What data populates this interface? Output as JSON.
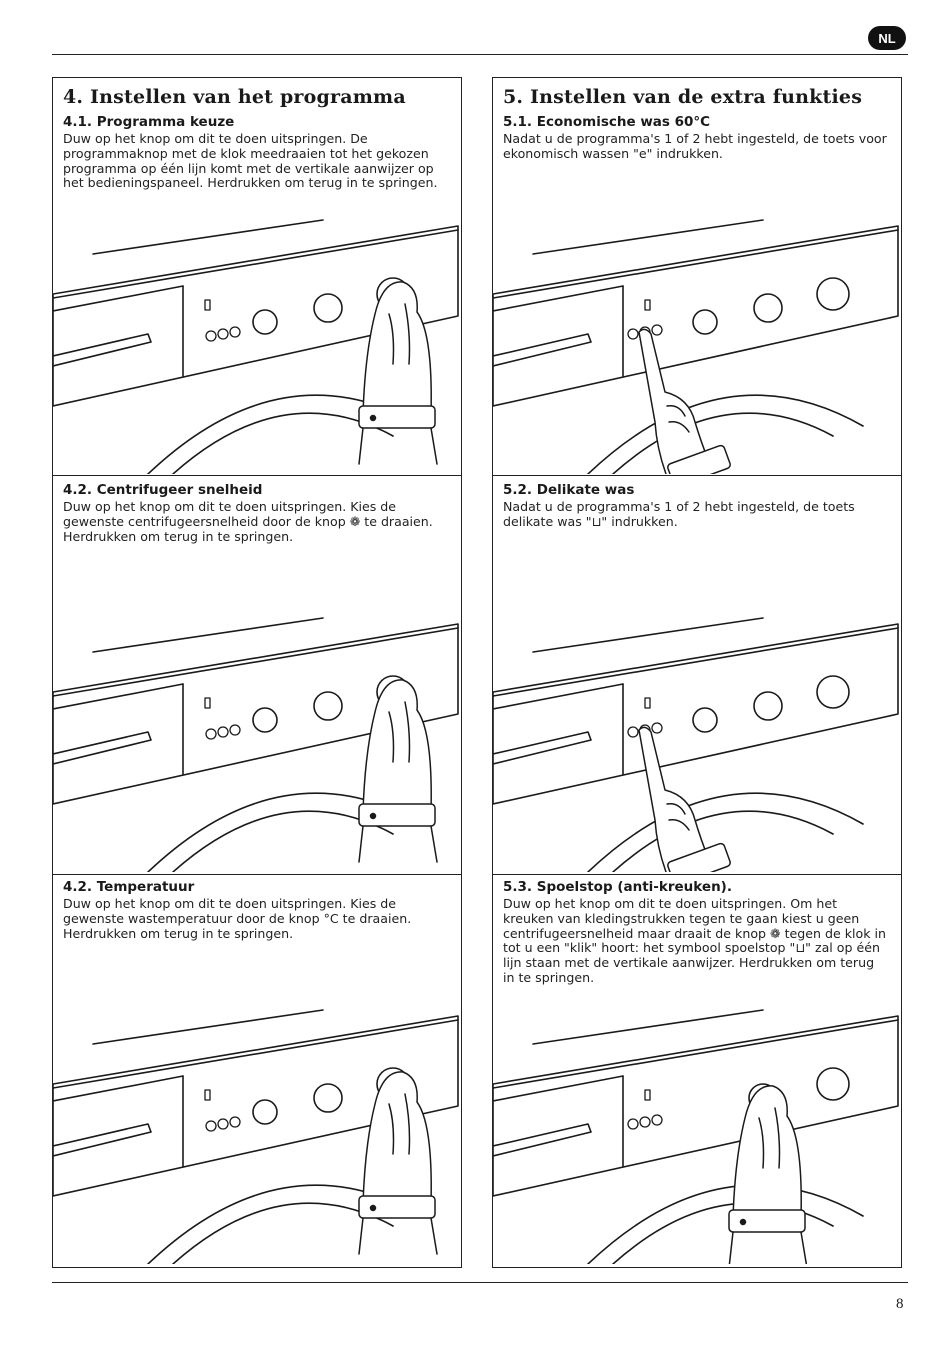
{
  "header": {
    "language_badge": "NL"
  },
  "footer": {
    "page_number": "8"
  },
  "left_column": {
    "section_title": "4. Instellen van het programma",
    "panels": [
      {
        "subtitle": "4.1. Programma keuze",
        "text": "Duw op het knop om dit te doen uitspringen. De programmaknop met de klok meedraaien tot het gekozen programma op één lijn komt met de vertikale aanwijzer op het bedieningspaneel. Herdrukken om terug in te springen.",
        "illustration": "hand-turning-program-knob"
      },
      {
        "subtitle": "4.2. Centrifugeer snelheid",
        "text": "Duw op het knop om dit te doen uitspringen. Kies de gewenste centrifugeersnelheid door de knop ❁ te draaien. Herdrukken om terug in te springen.",
        "illustration": "hand-turning-spin-knob"
      },
      {
        "subtitle": "4.2. Temperatuur",
        "text": "Duw op het knop om dit te doen uitspringen. Kies de gewenste wastemperatuur door de knop °C te draaien. Herdrukken om terug in te springen.",
        "illustration": "hand-turning-temperature-knob"
      }
    ]
  },
  "right_column": {
    "section_title": "5. Instellen van de extra funkties",
    "panels": [
      {
        "subtitle": "5.1. Economische was 60°C",
        "text": "Nadat u de programma's 1 of 2 hebt ingesteld, de toets voor ekonomisch wassen \"e\" indrukken.",
        "illustration": "finger-pressing-eco-button"
      },
      {
        "subtitle": "5.2. Delikate was",
        "text": "Nadat u de programma's 1 of 2 hebt ingesteld, de toets delikate was \"⊔\" indrukken.",
        "illustration": "finger-pressing-delicate-button"
      },
      {
        "subtitle": "5.3. Spoelstop (anti-kreuken).",
        "text": "Duw op het knop om dit te doen uitspringen. Om het kreuken van kledingstrukken tegen te gaan kiest u geen centrifugeersnelheid maar draait de knop ❁ tegen de klok in tot u een \"klik\" hoort: het symbool spoelstop \"⊔\" zal op één lijn staan met de vertikale aanwijzer. Herdrukken om terug in te springen.",
        "illustration": "hand-turning-spin-knob-to-rinse-stop"
      }
    ]
  }
}
